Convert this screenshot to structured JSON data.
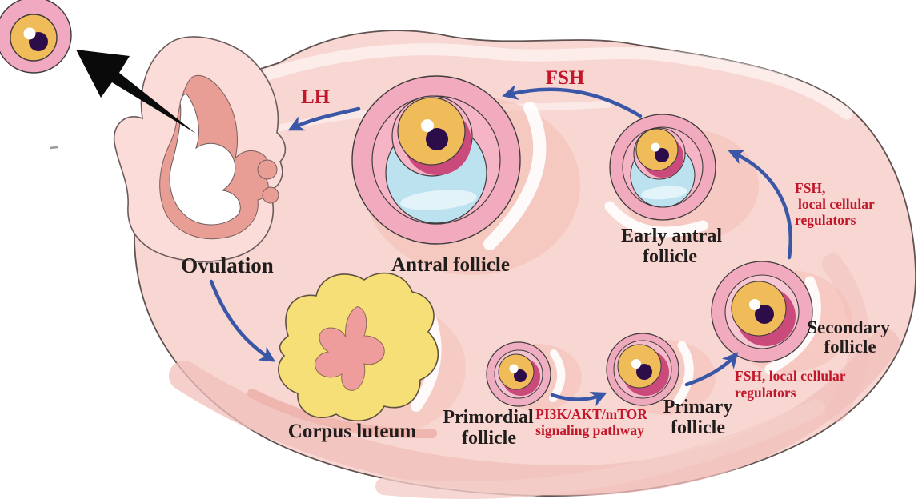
{
  "labels": {
    "ovulation": "Ovulation",
    "antral": "Antral follicle",
    "corpus_luteum": "Corpus luteum",
    "early_antral": [
      "Early antral",
      "follicle"
    ],
    "secondary": [
      "Secondary",
      "follicle"
    ],
    "primary": [
      "Primary",
      "follicle"
    ],
    "primordial": [
      "Primordial",
      "follicle"
    ]
  },
  "hormones": {
    "lh": "LH",
    "fsh": "FSH",
    "fsh_local_right": [
      "FSH,",
      "local cellular",
      "regulators"
    ],
    "fsh_local_bottom": [
      "FSH, local cellular",
      "regulators"
    ],
    "pi3k": [
      "PI3K/AKT/mTOR",
      "signaling pathway"
    ]
  },
  "colors": {
    "ovary_fill": "#f8d7d3",
    "ovary_outline": "#5f5250",
    "follicle_pink": "#f2abbe",
    "follicle_inner_pink": "#f5bcca",
    "oocyte_orange": "#f0bc59",
    "oocyte_shadow_magenta": "#cb4a7c",
    "nucleus_purple": "#2d0d49",
    "antrum_blue": "#bce2f0",
    "corpus_luteum_yellow": "#f6df76",
    "corpus_luteum_core_pink": "#ef9d9c",
    "burst_salmon": "#e99e95",
    "label_black": "#221d1d",
    "hormone_red": "#c2172b",
    "arrow_blue": "#3a57a7",
    "ovulation_arrow_black": "#0a0a0a"
  }
}
